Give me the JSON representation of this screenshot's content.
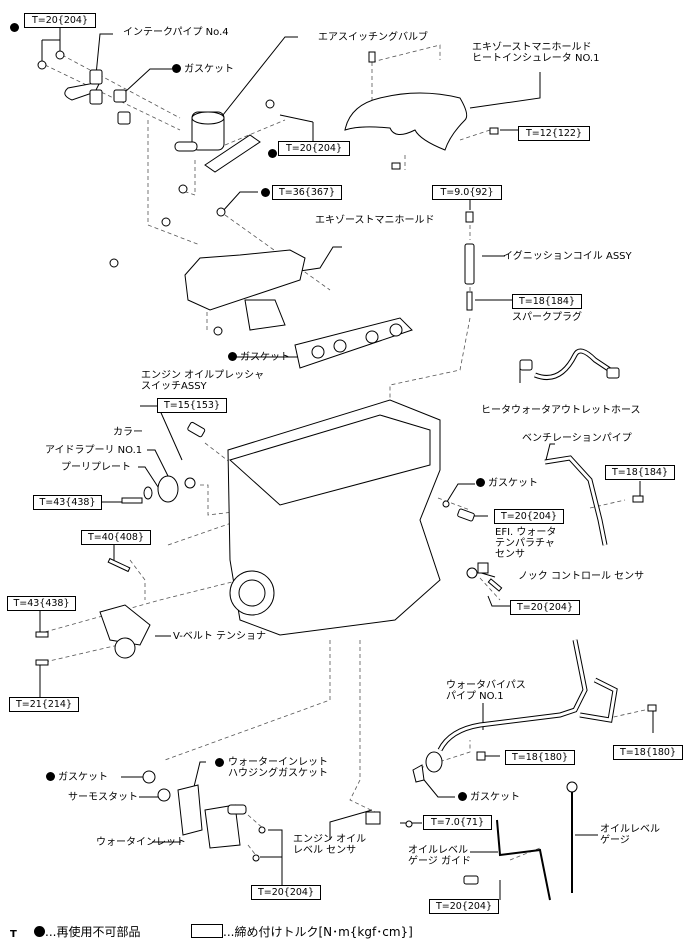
{
  "diagram": {
    "type": "exploded-parts-view",
    "subject": "engine-assembly-components",
    "parts": {
      "intake_pipe_no4": "インテークパイプ No.4",
      "gasket_intake": "ガスケット",
      "air_switching_valve": "エアスイッチングバルブ",
      "heat_insulator": "エキゾーストマニホールド\nヒートインシュレータ NO.1",
      "exhaust_manifold": "エキゾーストマニホールド",
      "gasket_exhaust": "ガスケット",
      "ignition_coil": "イグニッションコイル ASSY",
      "spark_plug": "スパークプラグ",
      "oil_pressure_switch": "エンジン オイルプレッシャ\nスイッチASSY",
      "heater_hose": "ヒータウォータアウトレットホース",
      "collar": "カラー",
      "idler_pulley": "アイドラプーリ NO.1",
      "pulley_plate": "プーリプレート",
      "ventilation_pipe": "ベンチレーションパイプ",
      "gasket_efi": "ガスケット",
      "efi_sensor": "EFI. ウォータ\nテンパラチャ\nセンサ",
      "knock_sensor": "ノック コントロール センサ",
      "v_belt_tensioner": "V-ベルト テンショナ",
      "water_bypass_pipe": "ウォータバイパス\nパイプ NO.1",
      "gasket_bypass": "ガスケット",
      "gasket_thermo": "ガスケット",
      "thermostat": "サーモスタット",
      "water_inlet_gasket": "ウォーターインレット\nハウジングガスケット",
      "water_inlet": "ウォータインレット",
      "oil_level_sensor": "エンジン オイル\nレベル センサ",
      "oil_gauge_guide": "オイルレベル\nゲージ ガイド",
      "oil_gauge": "オイルレベル\nゲージ"
    },
    "torques": {
      "t_intake_nut": "T=20{204}",
      "t_asv": "T=20{204}",
      "t_insulator": "T=12{122}",
      "t_exhaust": "T=36{367}",
      "t_coil": "T=9.0{92}",
      "t_spark": "T=18{184}",
      "t_oil_press": "T=15{153}",
      "t_idler": "T=43{438}",
      "t_vent": "T=18{184}",
      "t_efi": "T=20{204}",
      "t_tens_top": "T=40{408}",
      "t_tens_left": "T=43{438}",
      "t_tens_bottom": "T=21{214}",
      "t_knock": "T=20{204}",
      "t_bypass_right": "T=18{180}",
      "t_bypass_nut": "T=18{180}",
      "t_oil_sensor": "T=7.0{71}",
      "t_water_inlet": "T=20{204}",
      "t_gauge_guide": "T=20{204}"
    },
    "legend": {
      "corner_mark": "T",
      "non_reusable": "...再使用不可部品",
      "torque": "...締め付けトルク[N･m{kgf･cm}]"
    }
  }
}
